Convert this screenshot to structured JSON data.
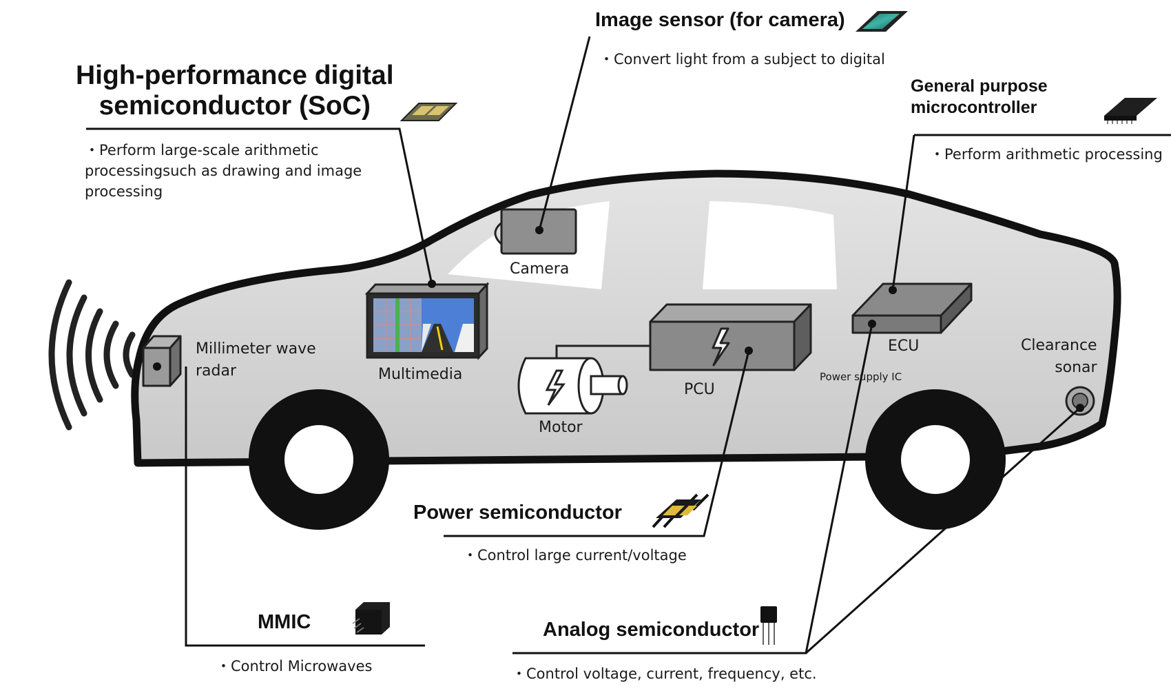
{
  "soc": {
    "title": "High-performance digital\nsemiconductor (SoC)",
    "desc": "・Perform large-scale arithmetic\n   processingsuch as  drawing and image\n   processing"
  },
  "image_sensor": {
    "title": "Image sensor (for camera)",
    "desc": "・Convert light from a subject to digital"
  },
  "mcu": {
    "title": "General purpose\nmicrocontroller",
    "desc": "・Perform arithmetic processing"
  },
  "power": {
    "title": "Power semiconductor",
    "desc": "・Control large current/voltage"
  },
  "mmic": {
    "title": "MMIC",
    "desc": "・Control Microwaves"
  },
  "analog": {
    "title": "Analog semiconductor",
    "desc": "・Control voltage, current, frequency, etc."
  },
  "components": {
    "camera": "Camera",
    "multimedia": "Multimedia",
    "radar": "Millimeter wave\nradar",
    "motor": "Motor",
    "pcu": "PCU",
    "ecu": "ECU",
    "power_ic": "Power supply IC",
    "sonar": "Clearance\nsonar"
  },
  "colors": {
    "car_body": "#d6d6d6",
    "outline": "#111111",
    "box": "#8c8c8c",
    "chip_gold": "#c9a227",
    "sensor_teal": "#2f9c8f"
  }
}
